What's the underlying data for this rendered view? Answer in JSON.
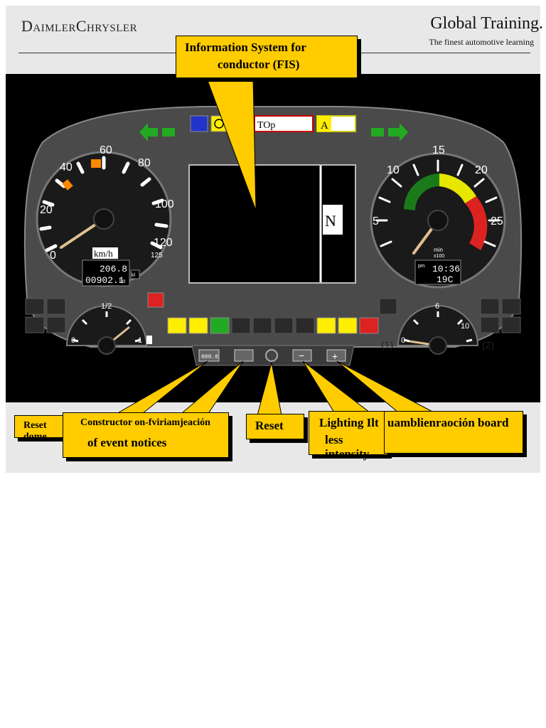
{
  "header": {
    "brand": "DaimlerChrysler",
    "title": "Global Training.",
    "subtitle": "The finest automotive learning"
  },
  "callouts": {
    "fis_line1": "Information System for",
    "fis_line2": "conductor (FIS)",
    "reset_dome": "Reset dome",
    "constructor_line1": "Constructor on-fviriamjeación",
    "constructor_line2": "of event notices",
    "reset": "Reset",
    "lighting_line1": "Lighting Ilt",
    "lighting_line2": "less intensity",
    "illumination": "uamblienraoción board"
  },
  "speedometer": {
    "ticks": [
      "0",
      "20",
      "40",
      "60",
      "80",
      "100",
      "120",
      "125"
    ],
    "unit": "km/h",
    "trip": "206.8",
    "odometer": "00902.1",
    "trip_unit": "kl",
    "odo_unit": "l.n"
  },
  "tachometer": {
    "ticks": [
      "5",
      "10",
      "15",
      "20",
      "25"
    ],
    "unit": "min",
    "unit_sub": "x100",
    "clock": "10:36",
    "temperature": "19C",
    "clock_label": "pm"
  },
  "fuel_gauge": {
    "ticks": [
      "0",
      "1/2",
      "1"
    ]
  },
  "temp_gauge": {
    "ticks": [
      "0",
      "6",
      "10"
    ]
  },
  "warnings": {
    "label_a": "A",
    "label_top": "TOp",
    "gear": "N"
  },
  "buttons": {
    "btn1": "000.0",
    "minus": "−",
    "plus": "+"
  },
  "markers": {
    "left": "(1)",
    "right": "(2)"
  },
  "colors": {
    "panel": "#4a4a4a",
    "callout": "#ffcc00",
    "arrow_green": "#22aa22",
    "green_zone": "#1a7a1a",
    "yellow_zone": "#e6e600",
    "red_zone": "#dd2222"
  }
}
